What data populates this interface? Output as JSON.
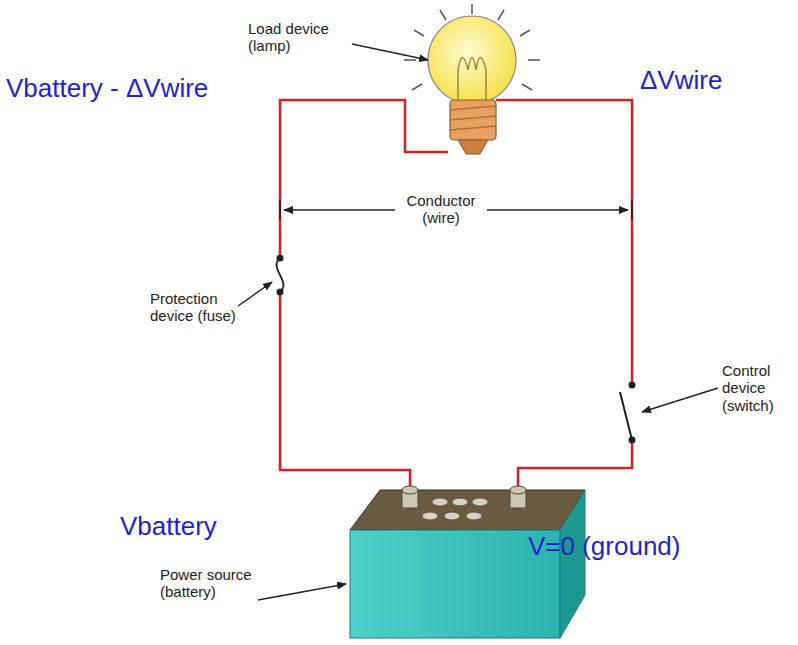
{
  "diagram": {
    "labels": [
      "Load device (lamp)",
      "Vbattery - ΔVwire",
      "ΔVwire",
      "Conductor (wire)",
      "Protection device (fuse)",
      "Control device (switch)",
      "Vbattery",
      "V=0 (ground)",
      "Power source (battery)"
    ]
  }
}
